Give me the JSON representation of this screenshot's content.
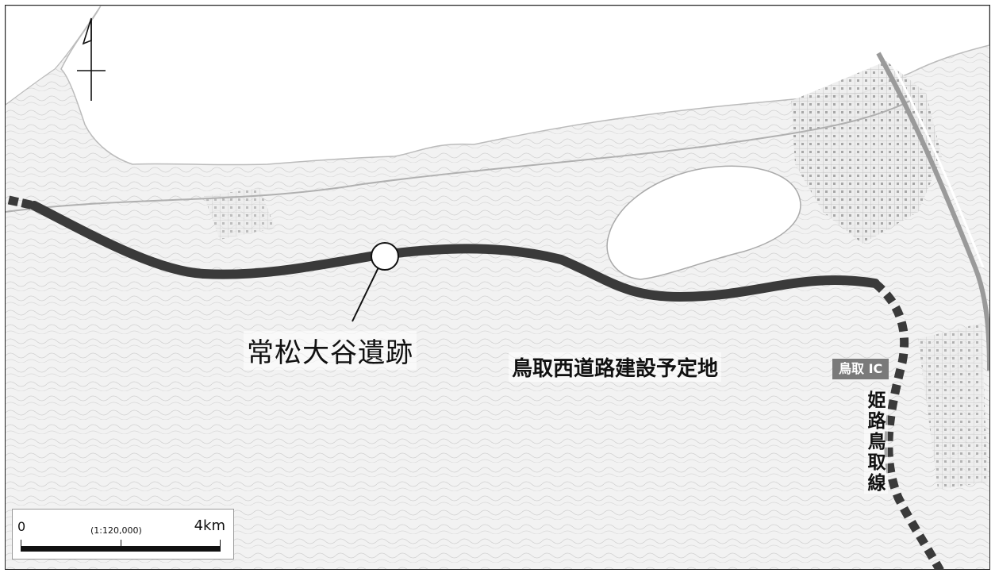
{
  "map": {
    "site_label": "常松大谷遺跡",
    "planned_road_label": "鳥取西道路建設予定地",
    "interchange_label": "鳥取 IC",
    "existing_line_label": "姫路鳥取線",
    "scale_zero": "0",
    "scale_max": "4km",
    "scale_ratio": "(1:120,000)",
    "north_arrow_icon": "north-arrow-icon",
    "colors": {
      "planned_route": "#3a3a3a",
      "sea": "#ffffff",
      "land": "#f4f4f4",
      "ic_badge": "#7a7a7a"
    }
  }
}
